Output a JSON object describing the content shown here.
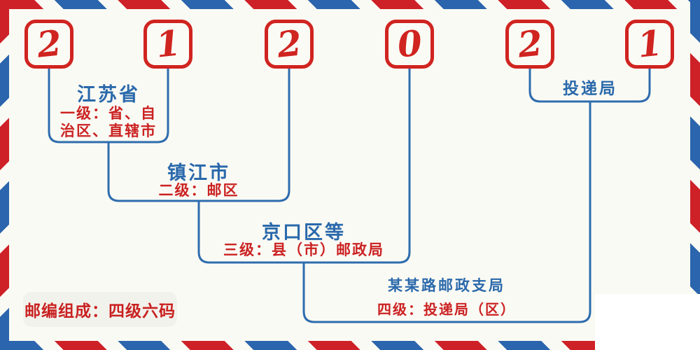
{
  "diagram": {
    "postal_code_digits": [
      "2",
      "1",
      "2",
      "0",
      "2",
      "1"
    ],
    "levels": [
      {
        "title": "江苏省",
        "desc_line1": "一级：省、自",
        "desc_line2": "治区、直辖市"
      },
      {
        "title": "镇江市",
        "desc": "二级：邮区"
      },
      {
        "title": "京口区等",
        "desc": "三级：县（市）邮政局"
      },
      {
        "title": "某某路邮政支局",
        "desc": "四级：投递局（区）"
      },
      {
        "title": "投递局"
      }
    ],
    "footer_badge": "邮编组成：四级六码",
    "colors": {
      "digit_red": "#d02420",
      "desc_red": "#cb2222",
      "line_blue": "#2e6cae",
      "title_blue": "#2a69ab",
      "border_red": "#ce2127",
      "border_blue": "#2b65ad",
      "background": "#fafaf4"
    }
  }
}
